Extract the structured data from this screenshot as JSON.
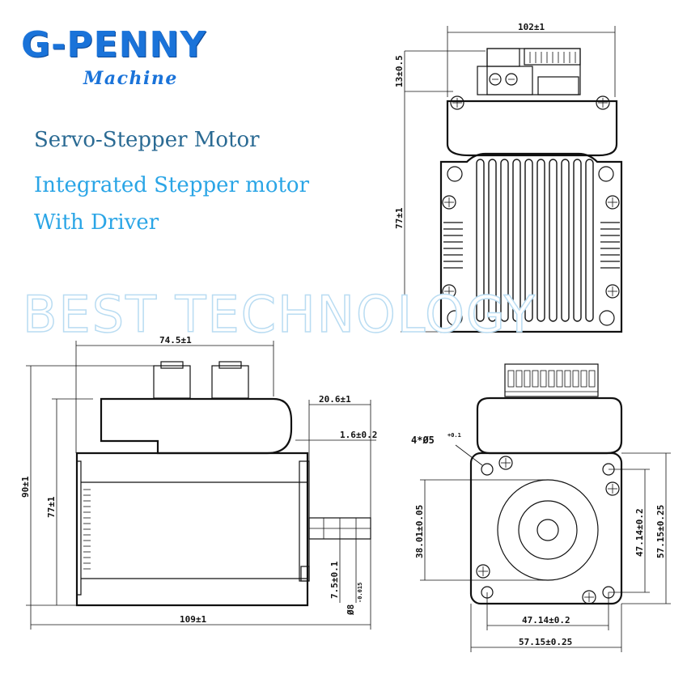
{
  "brand": {
    "name": "G-PENNY",
    "subtitle": "Machine",
    "color_primary": "#1a73d9"
  },
  "headings": {
    "line1": "Servo-Stepper Motor",
    "line2": "Integrated Stepper motor",
    "line3": "With Driver"
  },
  "watermark": "BEST TECHNOLOGY",
  "dimensions": {
    "top_width": "102±1",
    "top_connector_height": "13±0.5",
    "top_body_height": "77±1",
    "side_upper_length": "74.5±1",
    "side_total_height": "90±1",
    "side_body_height": "77±1",
    "side_total_length": "109±1",
    "shaft_length": "20.6±1",
    "shaft_step": "1.6±0.2",
    "shaft_flat": "7.5±0.1",
    "shaft_diameter": "Ø8",
    "shaft_diameter_tol": "-0.015",
    "front_holes": "4*Ø5",
    "front_holes_tol": "+0.1",
    "front_boss": "38.01±0.05",
    "front_hole_pitch_v": "47.14±0.2",
    "front_flange_v": "57.15±0.25",
    "front_hole_pitch_h": "47.14±0.2",
    "front_flange_h": "57.15±0.25"
  }
}
